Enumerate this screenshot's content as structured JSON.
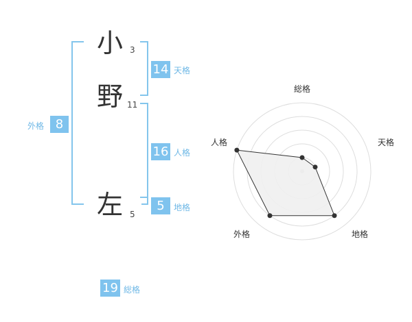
{
  "name": {
    "chars": [
      {
        "char": "小",
        "strokes": "3"
      },
      {
        "char": "野",
        "strokes": "11"
      },
      {
        "char": "左",
        "strokes": "5"
      }
    ]
  },
  "fortune": {
    "tenkaku": {
      "value": "14",
      "label": "天格"
    },
    "jinkaku": {
      "value": "16",
      "label": "人格"
    },
    "chikaku": {
      "value": "5",
      "label": "地格"
    },
    "gaikaku": {
      "value": "8",
      "label": "外格"
    },
    "soukaku": {
      "value": "19",
      "label": "総格"
    }
  },
  "chart_data": {
    "type": "radar",
    "axes": [
      "総格",
      "天格",
      "地格",
      "外格",
      "人格"
    ],
    "values": [
      1,
      1,
      4,
      4,
      5
    ],
    "range": [
      0,
      5
    ],
    "rings": 5,
    "colors": {
      "fill": "#efefef",
      "line": "#333333",
      "grid": "#dddddd",
      "point": "#333333"
    }
  }
}
